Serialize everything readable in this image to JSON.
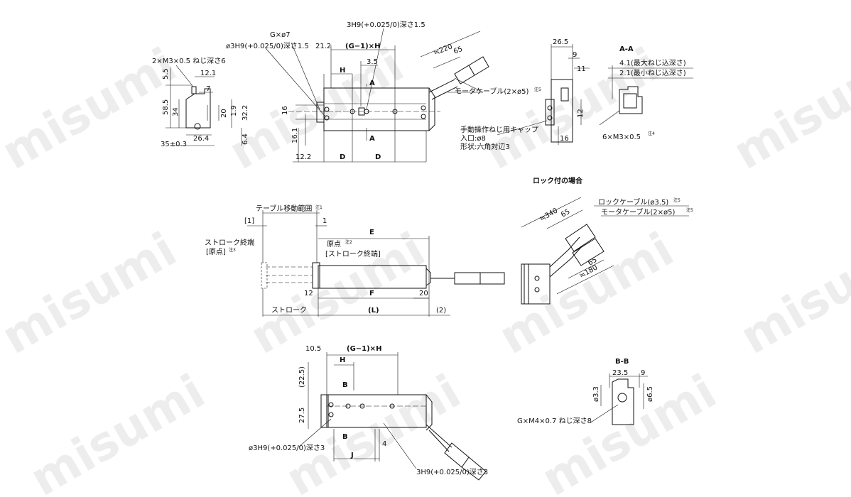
{
  "watermark": "misumi",
  "top": {
    "side": {
      "screw": "2×M3×0.5 ねじ深さ6",
      "d12_1": "12.1",
      "d7": "7",
      "d5_5": "5.5",
      "d58_5": "58.5",
      "d34": "34",
      "d20": "20",
      "d1_9": "1.9",
      "d32_2": "32.2",
      "d26_4": "26.4",
      "d35": "35±0.3",
      "d6_4": "6.4"
    },
    "main": {
      "gx7": "G×ø7",
      "hole3": "ø3H9(+0.025/0)深さ1.5",
      "hole3b": "3H9(+0.025/0)深さ1.5",
      "d21_2": "21.2",
      "g1h": "(G−1)×H",
      "h": "H",
      "d3_5": "3.5",
      "a": "A",
      "a2": "A",
      "d16": "16",
      "d16_1": "16.1",
      "d12_2": "12.2",
      "dD1": "D",
      "dD2": "D",
      "d220": "≒220",
      "d65": "65",
      "motor_cable": "モータケーブル(2×ø5)",
      "note5": "注5",
      "knob1": "手動操作ねじ用キャップ",
      "knob2": "入口:ø8",
      "knob3": "形状:六角対辺3"
    },
    "end": {
      "d26_5": "26.5",
      "d9": "9",
      "d11": "11",
      "d12": "12",
      "d16": "16"
    },
    "aa": {
      "title": "A-A",
      "max": "4.1(最大ねじ込深さ)",
      "min": "2.1(最小ねじ込深さ)",
      "screw": "6×M3×0.5",
      "note4": "注4"
    }
  },
  "middle": {
    "range": "テーブル移動範囲",
    "note1": "注1",
    "b1": "[1]",
    "one": "1",
    "stroke_end": "ストローク終端",
    "origin_b": "[原点]",
    "note3": "注3",
    "origin": "原点",
    "note2": "注2",
    "stroke_end_b": "[ストローク終端]",
    "E": "E",
    "F": "F",
    "d12": "12",
    "d20": "20",
    "stroke": "ストローク",
    "L": "(L)",
    "p2": "(2)"
  },
  "lock": {
    "title": "ロック付の場合",
    "lock_cable": "ロックケーブル(ø3.5)",
    "note5a": "注5",
    "motor_cable": "モータケーブル(2×ø5)",
    "note5b": "注5",
    "d340": "≒340",
    "d65a": "65",
    "d65b": "65",
    "d180": "≒180"
  },
  "bottom": {
    "d10_5": "10.5",
    "g1h": "(G−1)×H",
    "h": "H",
    "b1": "B",
    "b2": "B",
    "d22_5": "(22.5)",
    "d27_5": "27.5",
    "hole3": "ø3H9(+0.025/0)深さ3",
    "hole3b": "3H9(+0.025/0)深さ3",
    "j": "J",
    "d4": "4"
  },
  "bb": {
    "title": "B-B",
    "d23_5": "23.5",
    "d9": "9",
    "d3_3": "ø3.3",
    "d6_5": "ø6.5",
    "screw": "G×M4×0.7 ねじ深さ8"
  }
}
